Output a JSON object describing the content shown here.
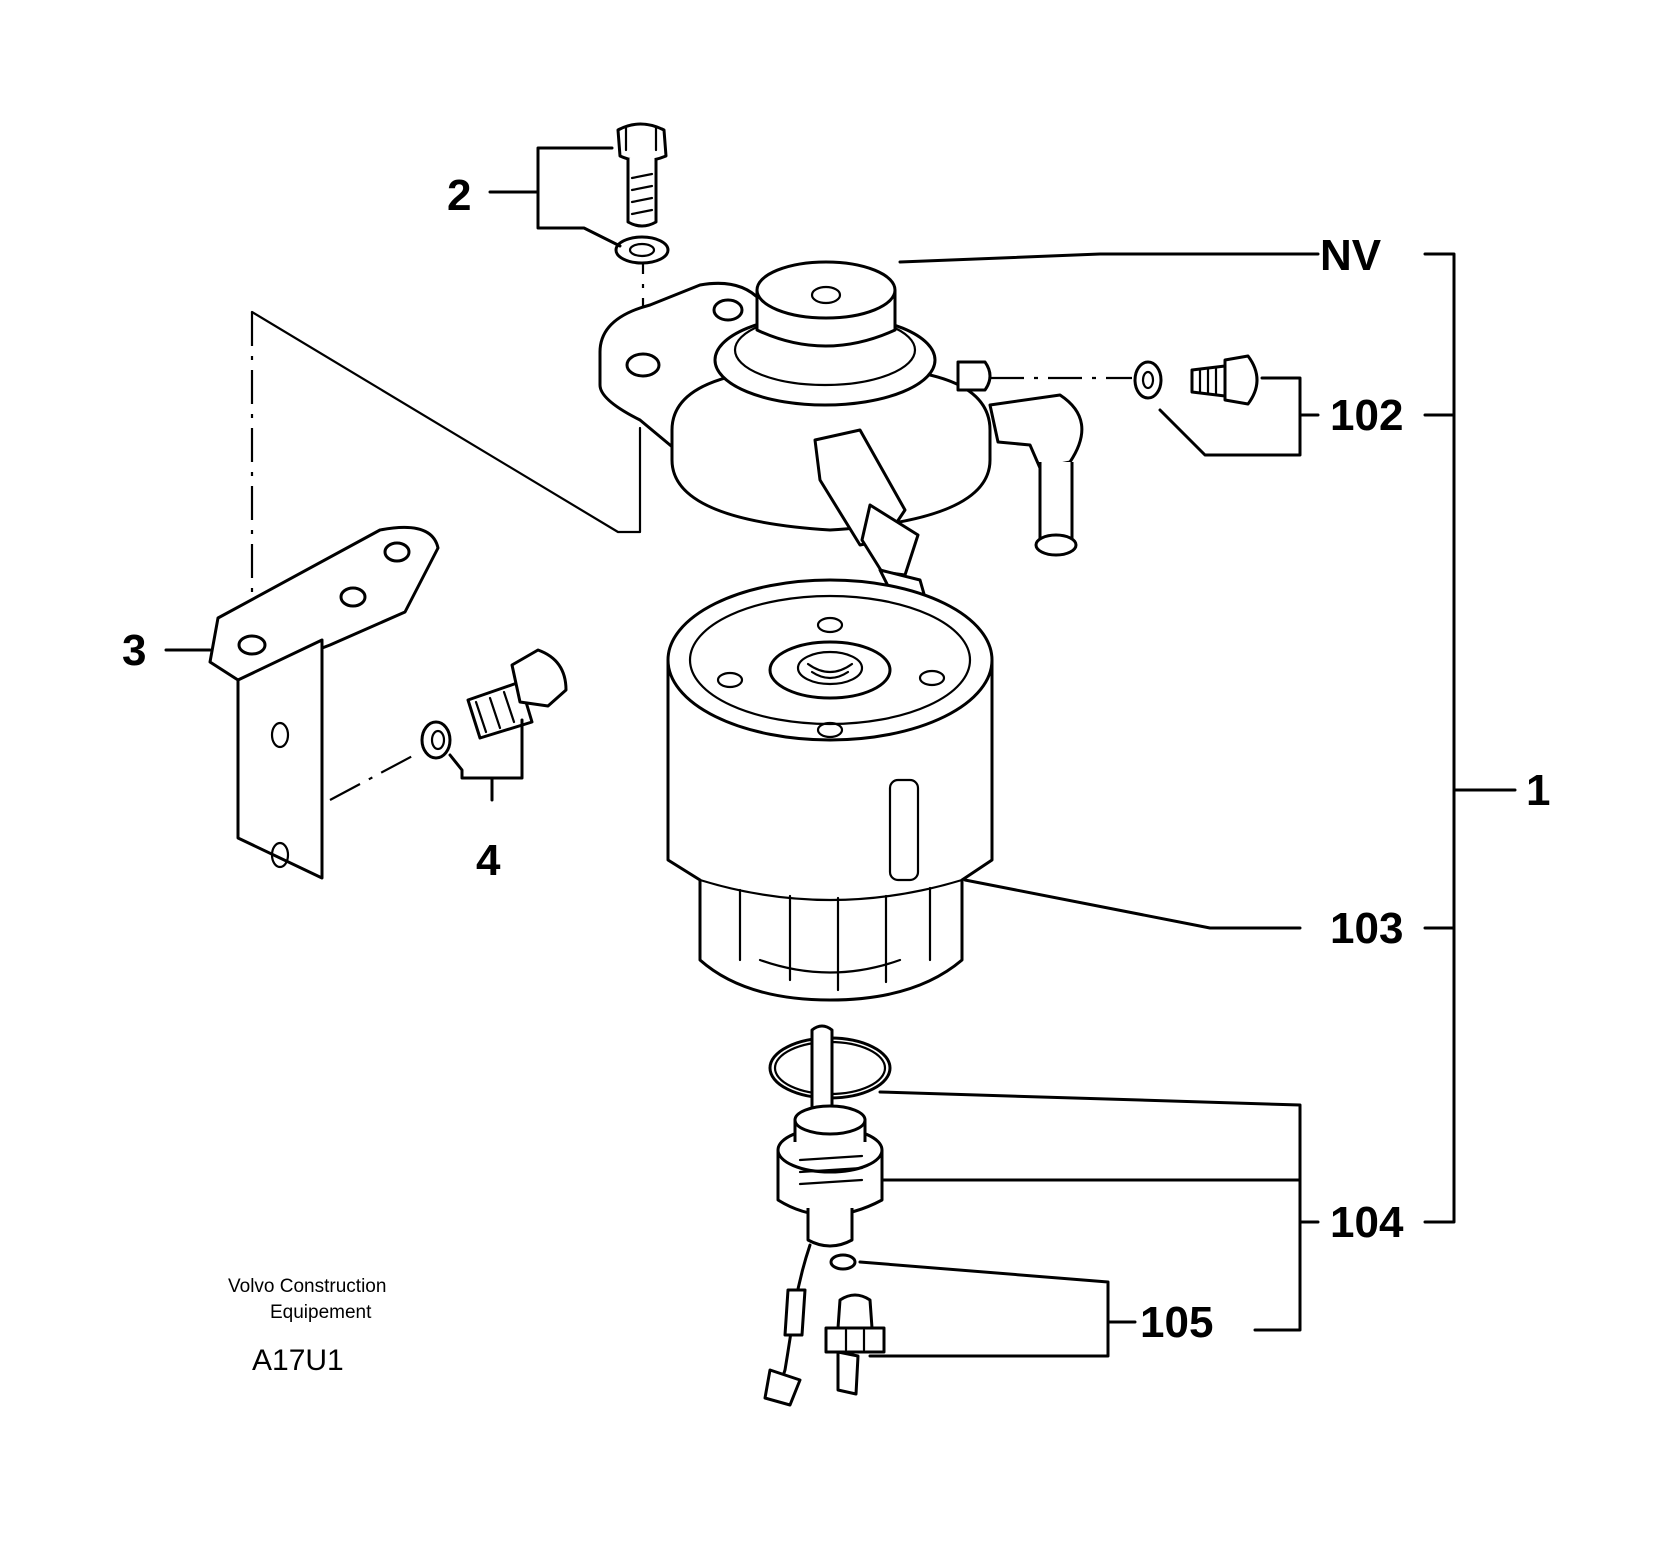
{
  "diagram": {
    "callouts": {
      "c2": "2",
      "cNV": "NV",
      "c102": "102",
      "c3": "3",
      "c4": "4",
      "c1": "1",
      "c103": "103",
      "c104": "104",
      "c105": "105"
    },
    "caption": {
      "line1": "Volvo Construction",
      "line2": "Equipement",
      "code": "A17U1"
    }
  }
}
